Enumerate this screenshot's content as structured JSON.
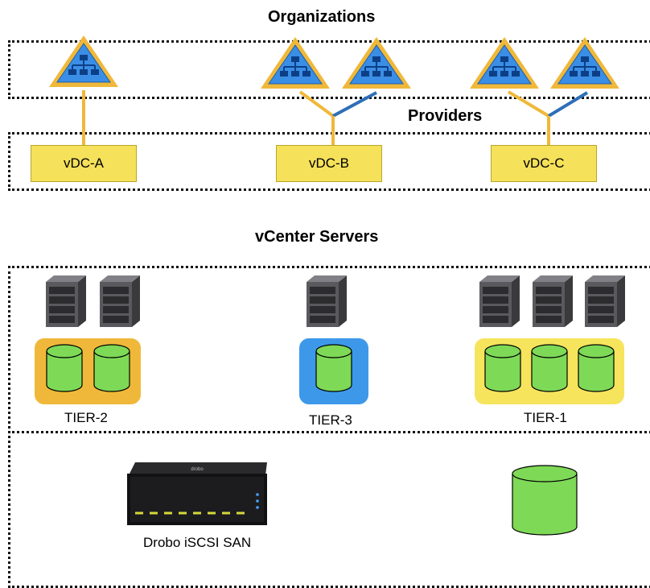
{
  "headings": {
    "organizations": "Organizations",
    "providers": "Providers",
    "vcenter": "vCenter Servers"
  },
  "vdcs": [
    "vDC-A",
    "vDC-B",
    "vDC-C"
  ],
  "tiers": {
    "tier2": "TIER-2",
    "tier3": "TIER-3",
    "tier1": "TIER-1"
  },
  "san": {
    "label": "Drobo iSCSI SAN",
    "brand": "drobo"
  },
  "colors": {
    "org_triangle": "#f0b83a",
    "org_inner": "#3a8ee6",
    "link_orange": "#f0b83a",
    "link_blue": "#2e6fb8",
    "vdc_fill": "#f5e15a",
    "tier2_fill": "#f0b83a",
    "tier3_fill": "#3d98ea",
    "tier1_fill": "#f6e45c",
    "disk_green": "#7ed957"
  }
}
